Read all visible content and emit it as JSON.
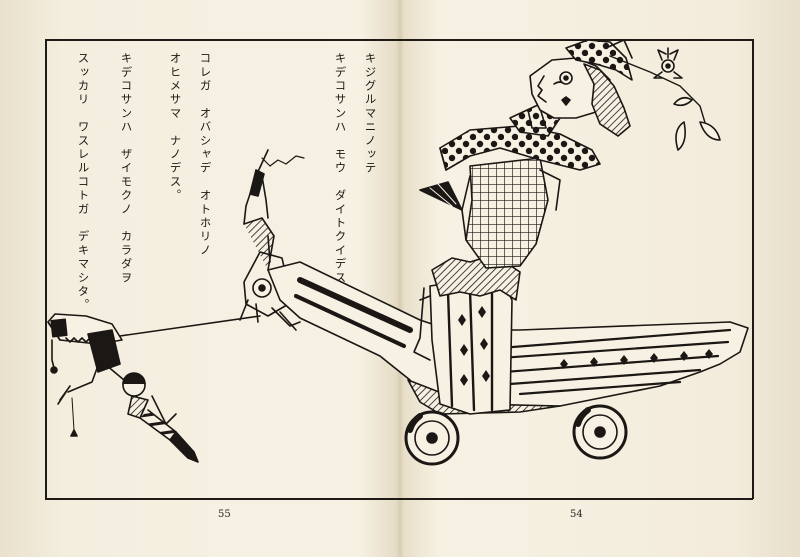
{
  "book": {
    "left_page": {
      "number": "55",
      "lines": [
        "キジグルマニノッテ",
        "キデコサンハ　モウ　ダイトクイデス。",
        "コレガ　オバシャデ　オトホリノ",
        "オヒメサマ　ナノデス。",
        "キデコサンハ　ザイモクノ　カラダヲ",
        "スッカリ　ワスレルコトガ　デキマシタ。"
      ]
    },
    "right_page": {
      "number": "54"
    }
  },
  "illustration": {
    "subject": "woman-on-wooden-pheasant-cart-pulled-by-puppets",
    "ink_color": "#1a1714",
    "paper_color": "#f6f1e3"
  }
}
